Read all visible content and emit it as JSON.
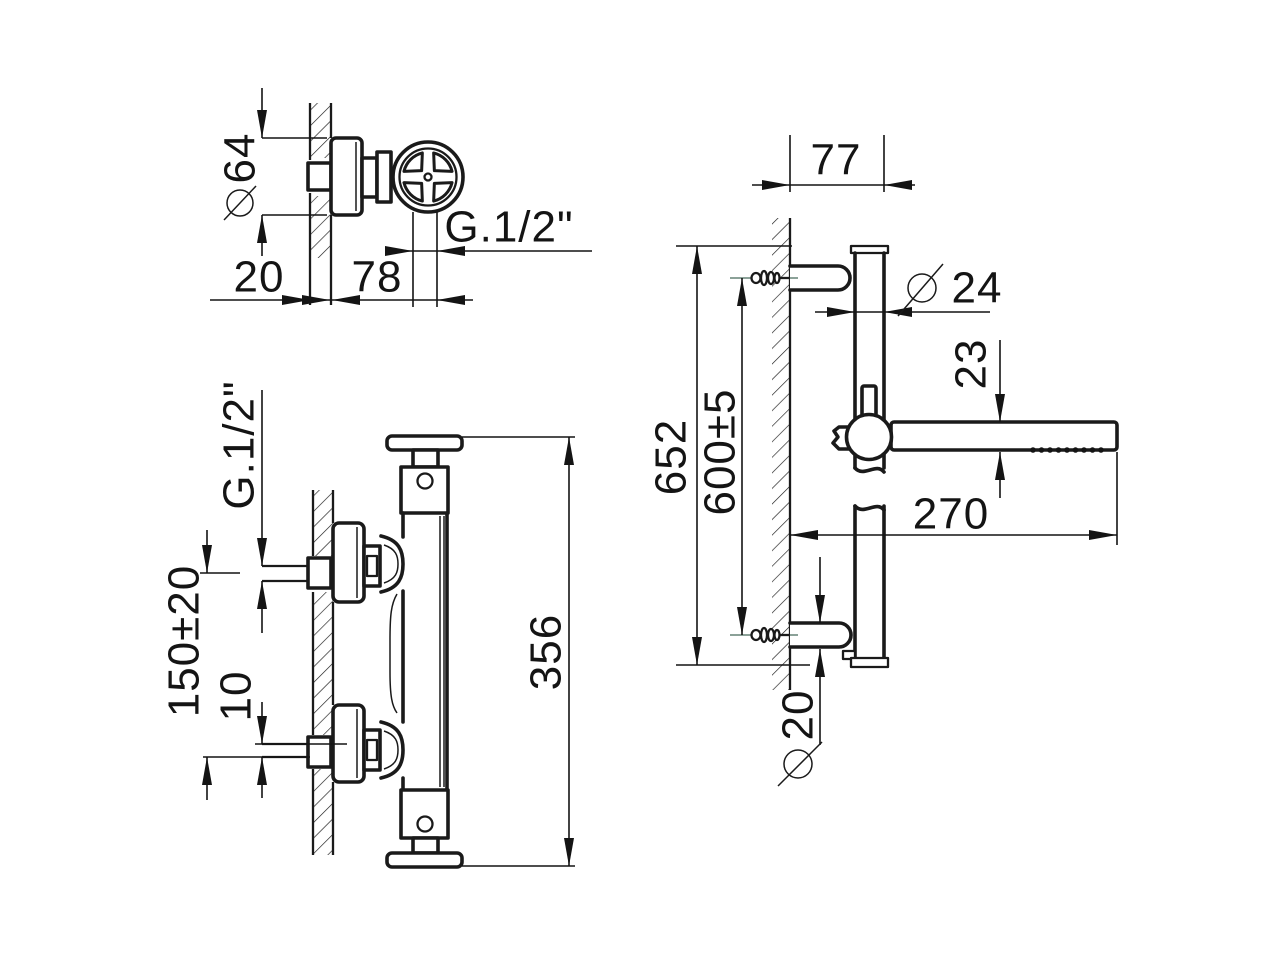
{
  "drawing": {
    "type": "technical-dimension-drawing",
    "background_color": "#ffffff",
    "line_color": "#1a1a1a",
    "views": {
      "side_valve": {
        "title_semantic": "wall-stop-valve-side-view",
        "dims": {
          "escutcheon_diameter": {
            "symbol": "⌀",
            "value": "64"
          },
          "wall_thickness": "20",
          "projection": "78",
          "outlet_thread": "G.1/2\""
        }
      },
      "front_mixer": {
        "title_semantic": "thermostatic-mixer-front-view",
        "dims": {
          "inlet_thread": "G.1/2\"",
          "inlet_spacing": "150±20",
          "inlet_offset": "10",
          "overall_height": "356"
        }
      },
      "side_rail": {
        "title_semantic": "slide-rail-hand-shower-side-view",
        "dims": {
          "bracket_depth": "77",
          "rail_diameter": {
            "symbol": "⌀",
            "value": "24"
          },
          "handshower_diameter": "23",
          "overall_height": "652",
          "bracket_spacing": "600±5",
          "handshower_length": "270",
          "arm_diameter": {
            "symbol": "⌀",
            "value": "20"
          }
        }
      }
    }
  }
}
